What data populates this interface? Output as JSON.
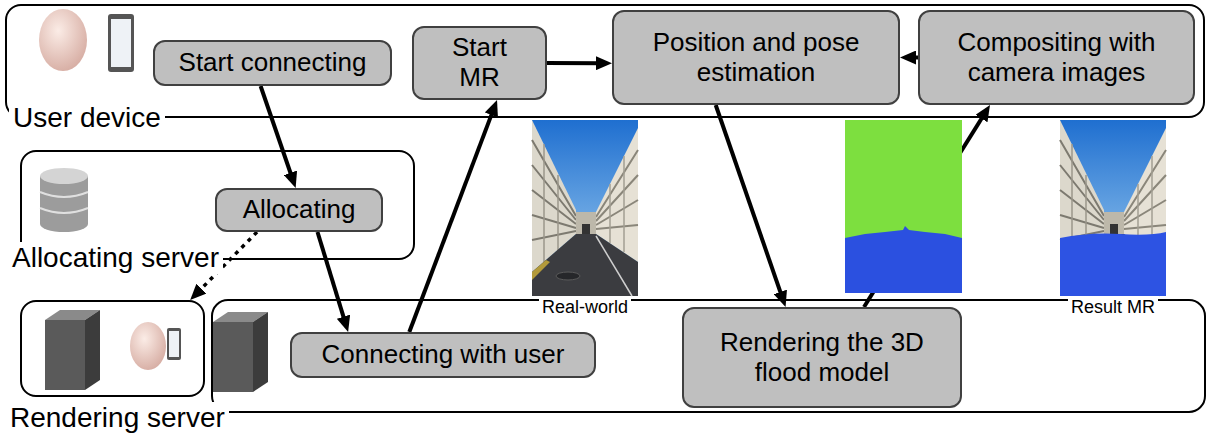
{
  "diagram": {
    "nodes": [
      {
        "text": [
          "User device"
        ]
      },
      {
        "text": [
          "Start connecting"
        ],
        "in": 0
      },
      {
        "text": [
          "Start MR"
        ],
        "in": 0
      },
      {
        "text": [
          "Position and pose estimation"
        ],
        "in": 0
      },
      {
        "text": [
          "Compositing with camera images"
        ],
        "in": 0
      },
      {
        "text": [
          "Allocating server"
        ]
      },
      {
        "text": [
          "Allocating"
        ],
        "in": 5
      },
      {
        "text": [
          "Rendering server"
        ]
      },
      {
        "text": [
          "Connecting with user"
        ]
      },
      {
        "text": [
          "Rendering the 3D flood model"
        ]
      }
    ],
    "edges": [
      {
        "from": 1,
        "to": 6,
        "arrow": "to"
      },
      {
        "from": 6,
        "to": 8,
        "arrow": "to"
      },
      {
        "from": 6,
        "to": 7,
        "arrow": "to"
      },
      {
        "from": 8,
        "to": 2,
        "arrow": "to"
      },
      {
        "from": 2,
        "to": 3,
        "arrow": "to"
      },
      {
        "from": 3,
        "to": 9,
        "arrow": "to"
      },
      {
        "from": 9,
        "to": 4,
        "arrow": "to"
      },
      {
        "from": 4,
        "to": 3,
        "arrow": "to"
      }
    ],
    "labels": [
      "Real-world",
      "Result MR"
    ]
  }
}
